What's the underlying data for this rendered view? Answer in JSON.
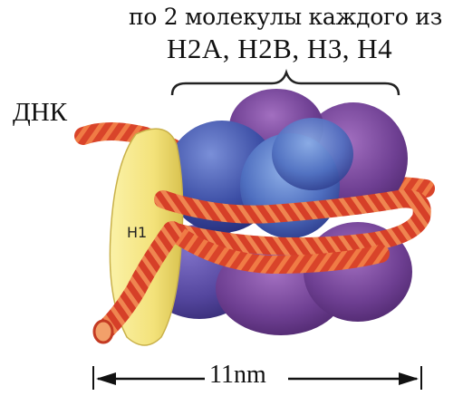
{
  "caption": {
    "line1": "по 2 молекулы каждого из",
    "line2": "H2A, H2B, H3, H4"
  },
  "labels": {
    "dna": "ДНК",
    "h1": "H1",
    "scale": "11nm"
  },
  "colors": {
    "histone_dark_blue": "#3a3f8f",
    "histone_blue": "#4a63b0",
    "histone_light_blue": "#6f8fd0",
    "histone_purple": "#6a3c8c",
    "histone_violet": "#8a4f9e",
    "h1_yellow": "#f3e27a",
    "dna_red": "#d9442a",
    "dna_orange": "#ef7a3f",
    "text": "#111111"
  }
}
